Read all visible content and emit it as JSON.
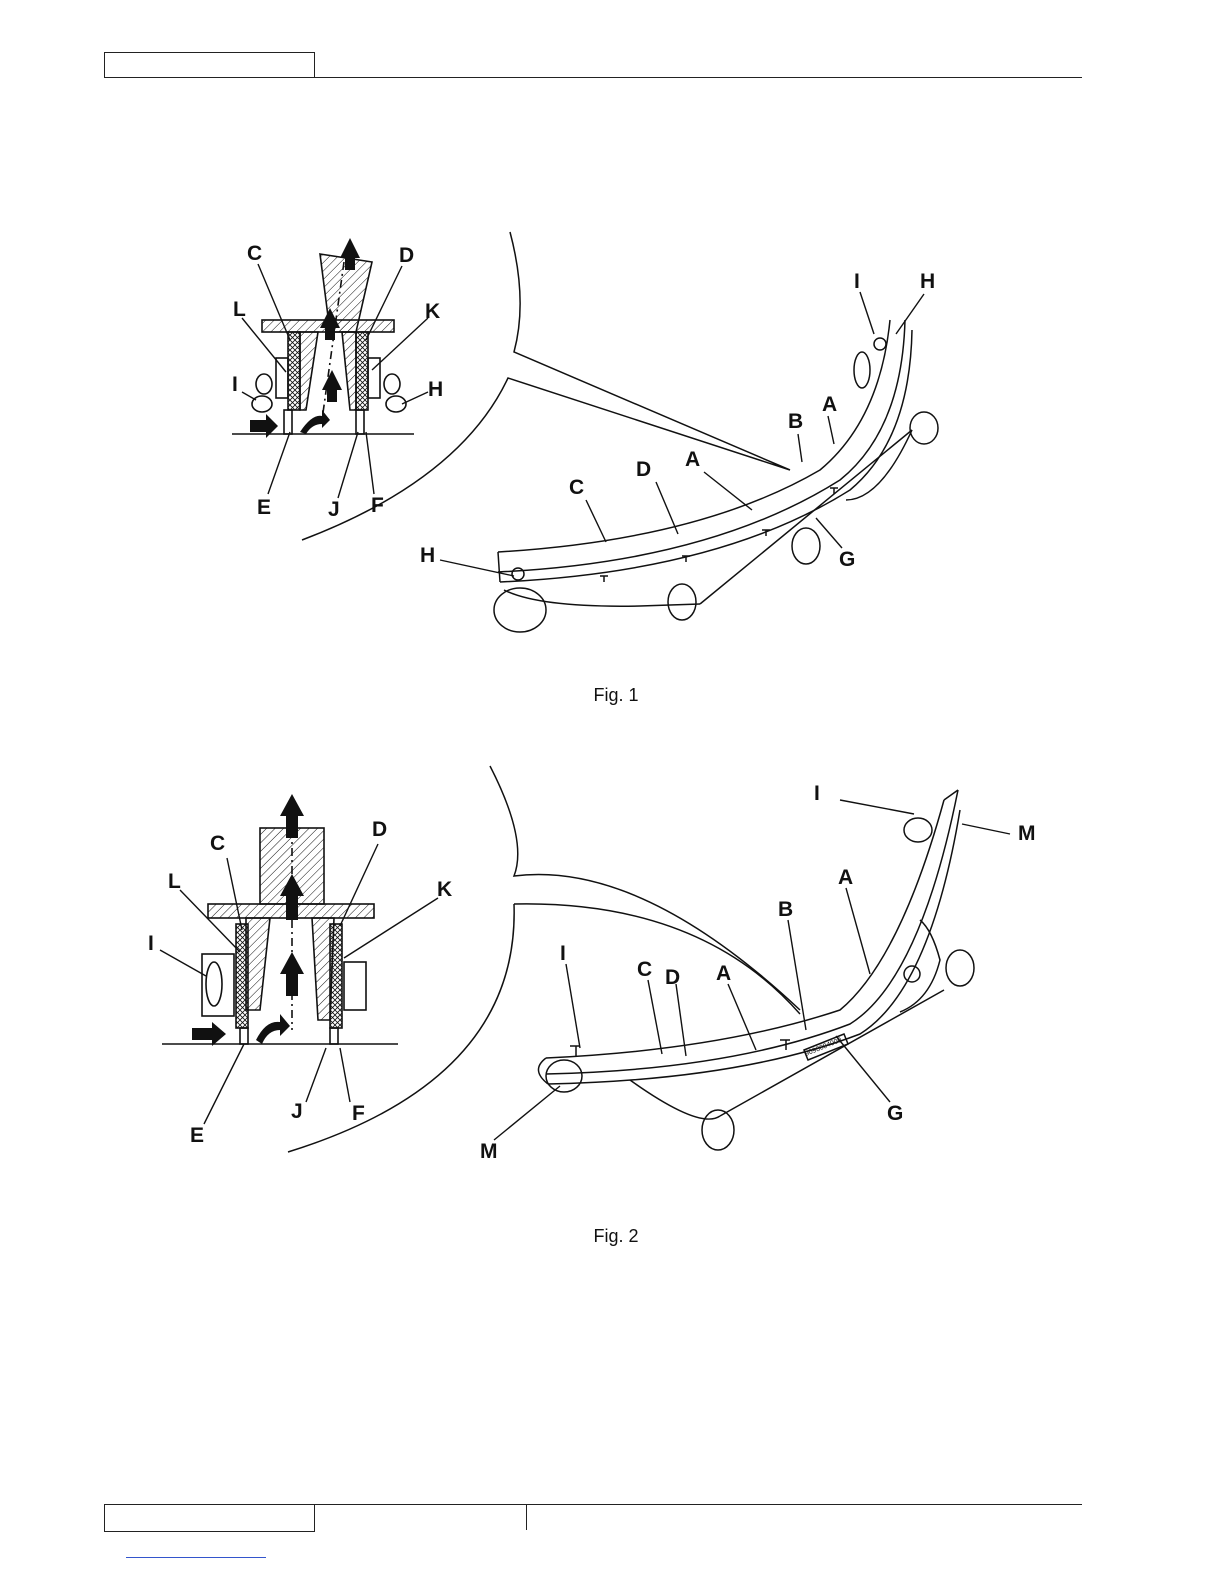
{
  "figures": [
    {
      "caption": "Fig. 1",
      "callouts": {
        "detail": [
          "C",
          "D",
          "L",
          "K",
          "I",
          "H",
          "E",
          "J",
          "F"
        ],
        "assembly": [
          "I",
          "H",
          "B",
          "A",
          "D",
          "A",
          "C",
          "H",
          "G"
        ]
      }
    },
    {
      "caption": "Fig. 2",
      "callouts": {
        "detail": [
          "D",
          "C",
          "L",
          "K",
          "I",
          "J",
          "F",
          "E"
        ],
        "assembly": [
          "I",
          "M",
          "A",
          "B",
          "I",
          "C",
          "D",
          "A",
          "G",
          "M"
        ]
      },
      "part_marking": "9098004000"
    }
  ]
}
